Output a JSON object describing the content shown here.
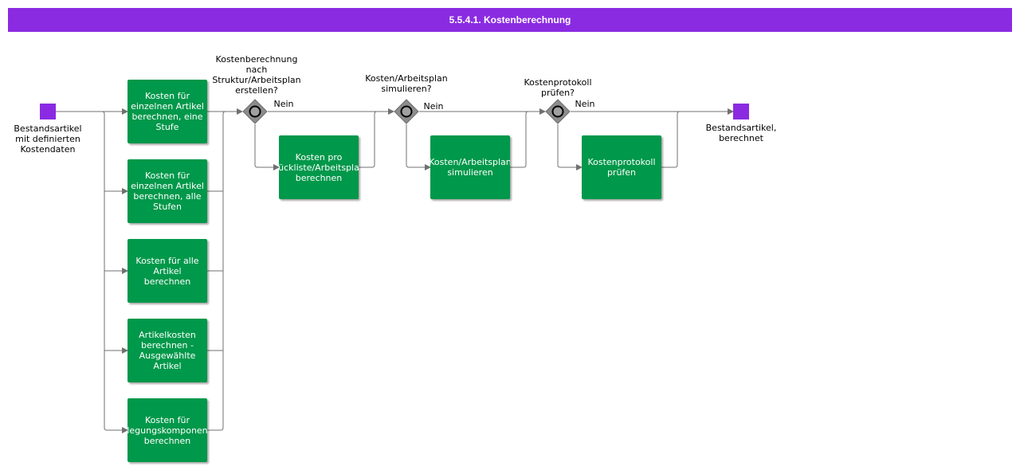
{
  "header": {
    "title": "5.5.4.1. Kostenberechnung"
  },
  "start_event": {
    "label": "Bestandsartikel\nmit definierten\nKostendaten"
  },
  "end_event": {
    "label": "Bestandsartikel,\nberechnet"
  },
  "variant_tasks": [
    {
      "label": "Kosten für\neinzelnen Artikel\nberechnen, eine\nStufe"
    },
    {
      "label": "Kosten für\neinzelnen Artikel\nberechnen, alle\nStufen"
    },
    {
      "label": "Kosten für alle\nArtikel\nberechnen"
    },
    {
      "label": "Artikelkosten\nberechnen -\nAusgewählte\nArtikel"
    },
    {
      "label": "Kosten für\nlegungskomponen\nberechnen"
    }
  ],
  "gateways": [
    {
      "question": "Kostenberechnung\nnach\nStruktur/Arbeitsplan\nerstellen?",
      "no_label": "Nein"
    },
    {
      "question": "Kosten/Arbeitsplan\nsimulieren?",
      "no_label": "Nein"
    },
    {
      "question": "Kostenprotokoll\nprüfen?",
      "no_label": "Nein"
    }
  ],
  "gateway_tasks": [
    {
      "label": "Kosten pro\nückliste/Arbeitspla\nberechnen"
    },
    {
      "label": "Kosten/Arbeitsplan\nsimulieren"
    },
    {
      "label": "Kostenprotokoll\nprüfen"
    }
  ],
  "colors": {
    "header": "#8a2be2",
    "event": "#8a2be2",
    "task": "#00984a",
    "gateway": "#8c8c8c",
    "connector": "#707070"
  }
}
